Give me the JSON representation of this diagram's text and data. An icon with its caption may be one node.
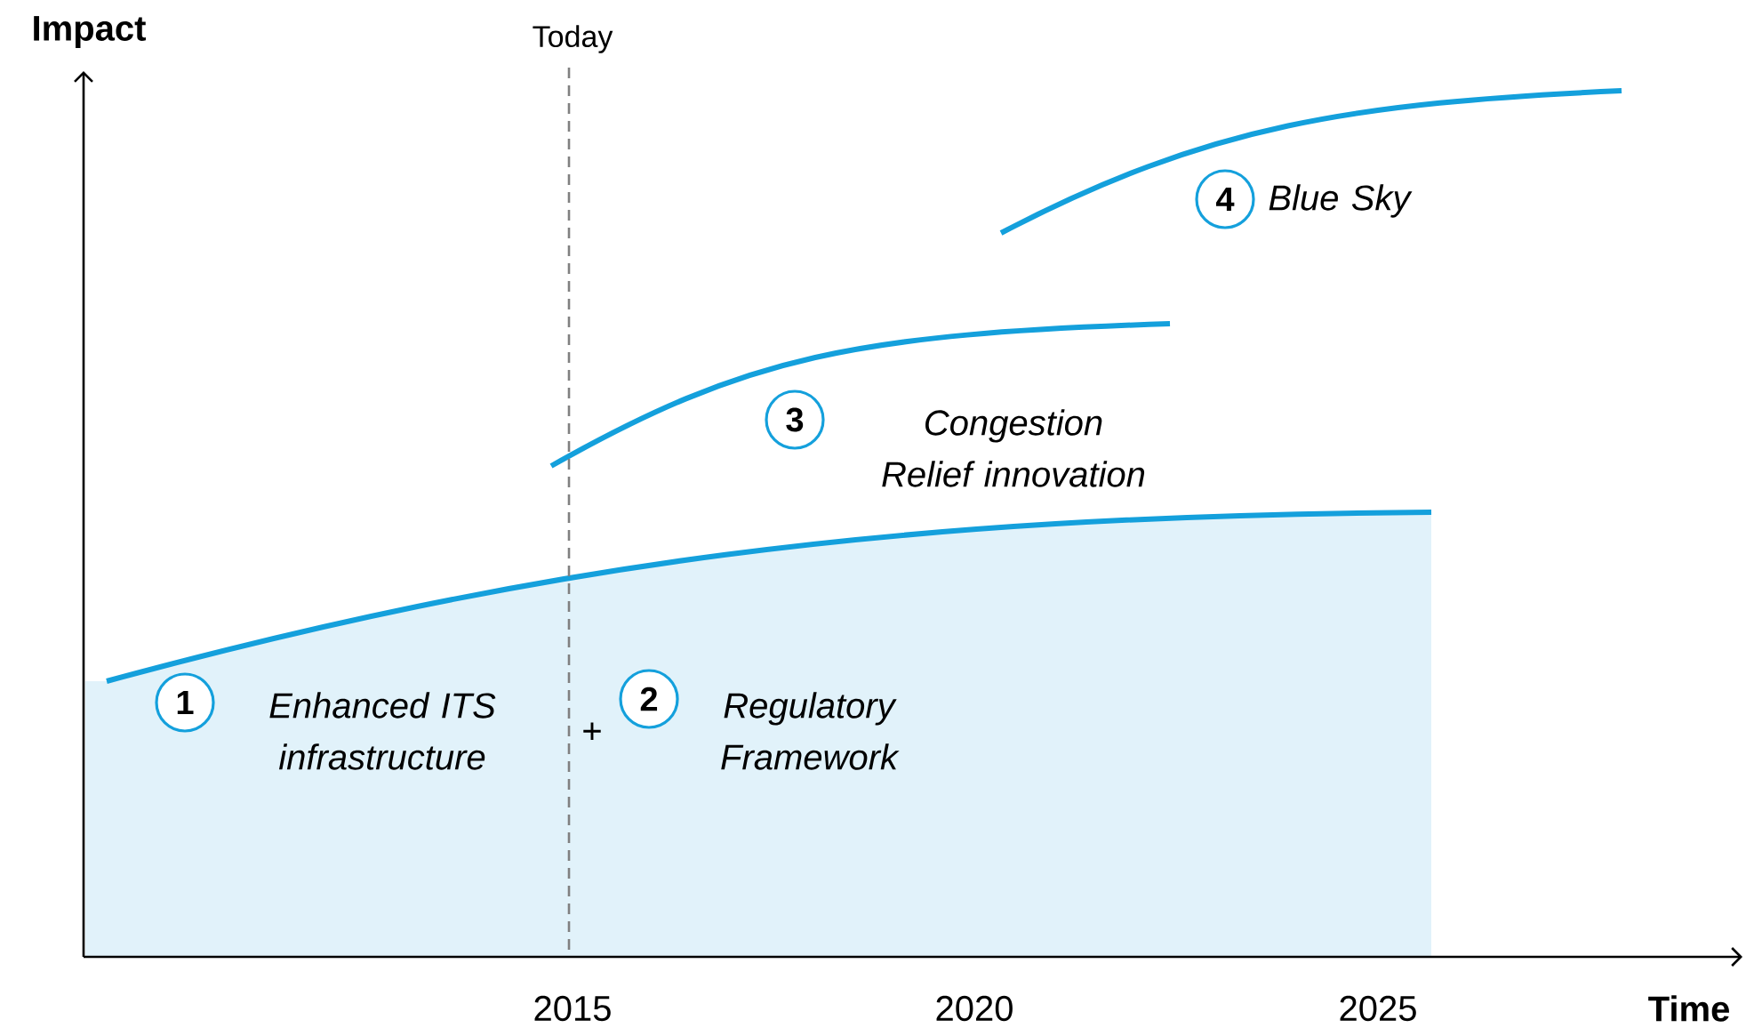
{
  "diagram": {
    "nodes": [
      {
        "text": [
          "1"
        ],
        "beside": [
          "Enhanced ITS infrastructure"
        ]
      },
      {
        "text": [
          "2"
        ],
        "beside": [
          "Regulatory Framework"
        ]
      },
      {
        "text": [
          "3"
        ],
        "beside": [
          "Congestion Relief innovation"
        ]
      },
      {
        "text": [
          "4"
        ],
        "beside": [
          "Blue Sky"
        ]
      }
    ],
    "labels": [
      "Impact",
      "Today",
      "+",
      "2015",
      "2020",
      "2025",
      "Time"
    ]
  }
}
